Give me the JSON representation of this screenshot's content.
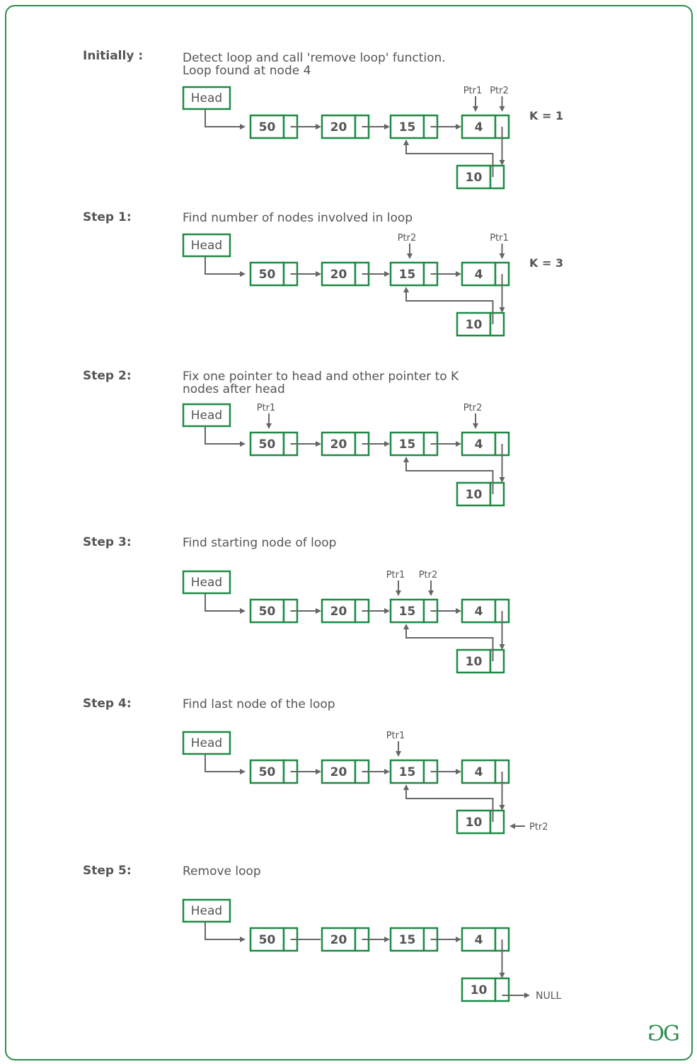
{
  "colors": {
    "frame": "#2e8b4e",
    "node": "#1e8a45",
    "text": "#555555",
    "arrow": "#666666"
  },
  "head_label": "Head",
  "steps": [
    {
      "label": "Initially :",
      "description": "Detect loop and call 'remove loop' function.\nLoop found at node 4",
      "nodes": [
        "50",
        "20",
        "15",
        "4",
        "10"
      ],
      "k": "K = 1",
      "pointers": [
        {
          "text": "Ptr1",
          "at": "4"
        },
        {
          "text": "Ptr2",
          "at": "4-next"
        }
      ]
    },
    {
      "label": "Step 1:",
      "description": "Find number of nodes involved in loop",
      "nodes": [
        "50",
        "20",
        "15",
        "4",
        "10"
      ],
      "k": "K = 3",
      "pointers": [
        {
          "text": "Ptr2",
          "at": "15"
        },
        {
          "text": "Ptr1",
          "at": "4-next"
        }
      ]
    },
    {
      "label": "Step 2:",
      "description": "Fix one pointer to head and other pointer to K\nnodes after head",
      "nodes": [
        "50",
        "20",
        "15",
        "4",
        "10"
      ],
      "k": "",
      "pointers": [
        {
          "text": "Ptr1",
          "at": "50"
        },
        {
          "text": "Ptr2",
          "at": "4"
        }
      ]
    },
    {
      "label": "Step 3:",
      "description": "Find starting node of loop",
      "nodes": [
        "50",
        "20",
        "15",
        "4",
        "10"
      ],
      "k": "",
      "pointers": [
        {
          "text": "Ptr1",
          "at": "15-left"
        },
        {
          "text": "Ptr2",
          "at": "15-right"
        }
      ]
    },
    {
      "label": "Step 4:",
      "description": "Find last node of the loop",
      "nodes": [
        "50",
        "20",
        "15",
        "4",
        "10"
      ],
      "k": "",
      "pointers": [
        {
          "text": "Ptr1",
          "at": "15-left"
        }
      ],
      "side_pointer": "Ptr2"
    },
    {
      "label": "Step 5:",
      "description": "Remove loop",
      "nodes": [
        "50",
        "20",
        "15",
        "4",
        "10"
      ],
      "k": "",
      "pointers": [],
      "null_label": "NULL",
      "loop_removed": true
    }
  ],
  "logo": {
    "text": "GG",
    "icon": "geeksforgeeks-logo-icon"
  }
}
